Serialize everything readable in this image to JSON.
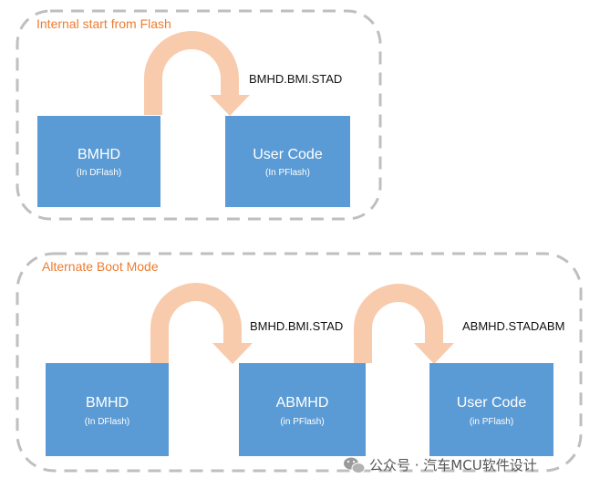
{
  "colors": {
    "box_fill": "#5B9BD5",
    "arrow_fill": "#F8CBAD",
    "group_title": "#ED7D31",
    "dashed_border": "#BFBFBF",
    "watermark_text": "#555555"
  },
  "group1": {
    "title": "Internal start from Flash",
    "box_bmhd": {
      "title": "BMHD",
      "subtitle": "(In DFlash)"
    },
    "box_user": {
      "title": "User Code",
      "subtitle": "(In PFlash)"
    },
    "arrow_label": "BMHD.BMI.STAD"
  },
  "group2": {
    "title": "Alternate Boot Mode",
    "box_bmhd": {
      "title": "BMHD",
      "subtitle": "(In DFlash)"
    },
    "box_abmhd": {
      "title": "ABMHD",
      "subtitle": "(in PFlash)"
    },
    "box_user": {
      "title": "User Code",
      "subtitle": "(in PFlash)"
    },
    "arrow1_label": "BMHD.BMI.STAD",
    "arrow2_label": "ABMHD.STADABM"
  },
  "watermark": {
    "icon": "wechat-icon",
    "text": "公众号 · 汽车MCU软件设计"
  }
}
